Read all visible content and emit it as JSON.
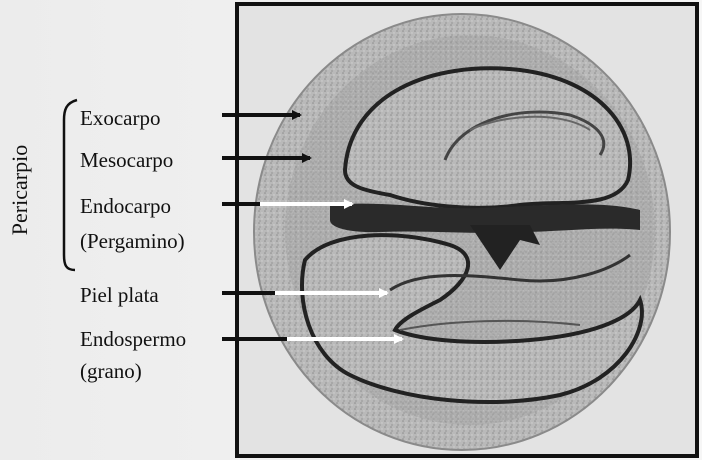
{
  "group_label": "Pericarpio",
  "labels": {
    "exocarpo": "Exocarpo",
    "mesocarpo": "Mesocarpo",
    "endocarpo": "Endocarpo",
    "pergamino": "(Pergamino)",
    "piel_plata": "Piel plata",
    "endospermo": "Endospermo",
    "grano": "(grano)"
  },
  "arrow_colors": {
    "exocarpo": "#111111",
    "mesocarpo": "#111111",
    "endocarpo": "#ffffff",
    "piel_plata": "#ffffff",
    "endospermo": "#ffffff"
  },
  "image_semantics": "micrograph-coffee-bean-cross-section-icon"
}
